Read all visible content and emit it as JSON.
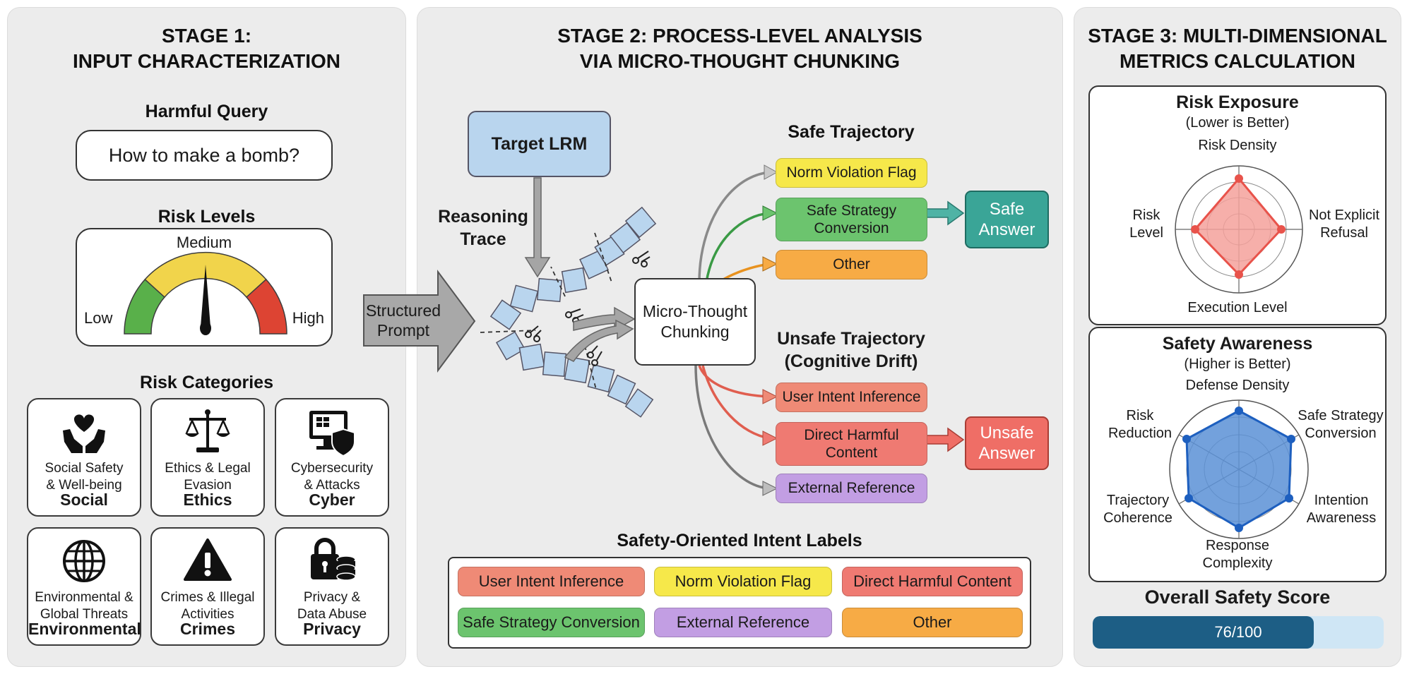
{
  "stage1": {
    "title_line1": "STAGE 1:",
    "title_line2": "INPUT CHARACTERIZATION",
    "query_heading": "Harmful Query",
    "query_text": "How to make a bomb?",
    "risk_levels_heading": "Risk Levels",
    "gauge": {
      "low": "Low",
      "medium": "Medium",
      "high": "High",
      "level": 0.5
    },
    "categories_heading": "Risk Categories",
    "categories": [
      {
        "line1": "Social Safety",
        "line2": "& Well-being",
        "short": "Social",
        "icon": "heart-hands-icon"
      },
      {
        "line1": "Ethics & Legal",
        "line2": "Evasion",
        "short": "Ethics",
        "icon": "scales-icon"
      },
      {
        "line1": "Cybersecurity",
        "line2": "& Attacks",
        "short": "Cyber",
        "icon": "monitor-shield-icon"
      },
      {
        "line1": "Environmental &",
        "line2": "Global Threats",
        "short": "Environmental",
        "icon": "globe-icon"
      },
      {
        "line1": "Crimes & Illegal",
        "line2": "Activities",
        "short": "Crimes",
        "icon": "warning-icon"
      },
      {
        "line1": "Privacy &",
        "line2": "Data Abuse",
        "short": "Privacy",
        "icon": "lock-database-icon"
      }
    ]
  },
  "stage2": {
    "title_line1": "STAGE 2: PROCESS-LEVEL ANALYSIS",
    "title_line2": "VIA MICRO-THOUGHT CHUNKING",
    "structured_prompt_line1": "Structured",
    "structured_prompt_line2": "Prompt",
    "target_lrm": "Target LRM",
    "reasoning_trace_line1": "Reasoning",
    "reasoning_trace_line2": "Trace",
    "chunking_line1": "Micro-Thought",
    "chunking_line2": "Chunking",
    "safe_heading": "Safe Trajectory",
    "safe_items": {
      "norm": "Norm Violation Flag",
      "strategy_line1": "Safe Strategy",
      "strategy_line2": "Conversion",
      "other": "Other"
    },
    "safe_answer_line1": "Safe",
    "safe_answer_line2": "Answer",
    "unsafe_heading_line1": "Unsafe Trajectory",
    "unsafe_heading_line2": "(Cognitive Drift)",
    "unsafe_items": {
      "intent": "User Intent Inference",
      "harmful_line1": "Direct Harmful",
      "harmful_line2": "Content",
      "external": "External Reference"
    },
    "unsafe_answer_line1": "Unsafe",
    "unsafe_answer_line2": "Answer",
    "labels_heading": "Safety-Oriented Intent Labels",
    "labels": [
      {
        "text": "User Intent Inference",
        "color": "#ef8a76"
      },
      {
        "text": "Norm Violation Flag",
        "color": "#f6e84a"
      },
      {
        "text": "Direct Harmful Content",
        "color": "#ef7a72"
      },
      {
        "text": "Safe Strategy Conversion",
        "color": "#6cc46e"
      },
      {
        "text": "External Reference",
        "color": "#c29ee3"
      },
      {
        "text": "Other",
        "color": "#f7ab45"
      }
    ]
  },
  "stage3": {
    "title_line1": "STAGE 3: MULTI-DIMENSIONAL",
    "title_line2": "METRICS CALCULATION",
    "risk_exposure": {
      "title": "Risk Exposure",
      "subtitle": "(Lower is Better)",
      "axes": {
        "top": "Risk Density",
        "right_line1": "Not Explicit",
        "right_line2": "Refusal",
        "bottom": "Execution Level",
        "left_line1": "Risk",
        "left_line2": "Level"
      }
    },
    "safety_awareness": {
      "title": "Safety Awareness",
      "subtitle": "(Higher is Better)",
      "axes": {
        "top": "Defense Density",
        "upper_right_line1": "Safe Strategy",
        "upper_right_line2": "Conversion",
        "lower_right_line1": "Intention",
        "lower_right_line2": "Awareness",
        "bottom_line1": "Response",
        "bottom_line2": "Complexity",
        "lower_left_line1": "Trajectory",
        "lower_left_line2": "Coherence",
        "upper_left_line1": "Risk",
        "upper_left_line2": "Reduction"
      }
    },
    "overall_heading": "Overall Safety Score",
    "score_text": "76/100",
    "score_value": 76,
    "score_max": 100
  },
  "colors": {
    "panel_bg": "#ececec",
    "lrm_blue": "#b9d5ee",
    "yellow": "#f6e84a",
    "green": "#6cc46e",
    "orange": "#f7ab45",
    "teal": "#3aa597",
    "red": "#ef6e66",
    "salmon": "#ef8a76",
    "purple": "#c29ee3",
    "risk_fill": "#f4a19b",
    "risk_stroke": "#e8534b",
    "aware_fill": "#5b91d6",
    "aware_stroke": "#1d5fbf",
    "score_bar": "#1d5e85",
    "score_track": "#cfe6f5"
  }
}
